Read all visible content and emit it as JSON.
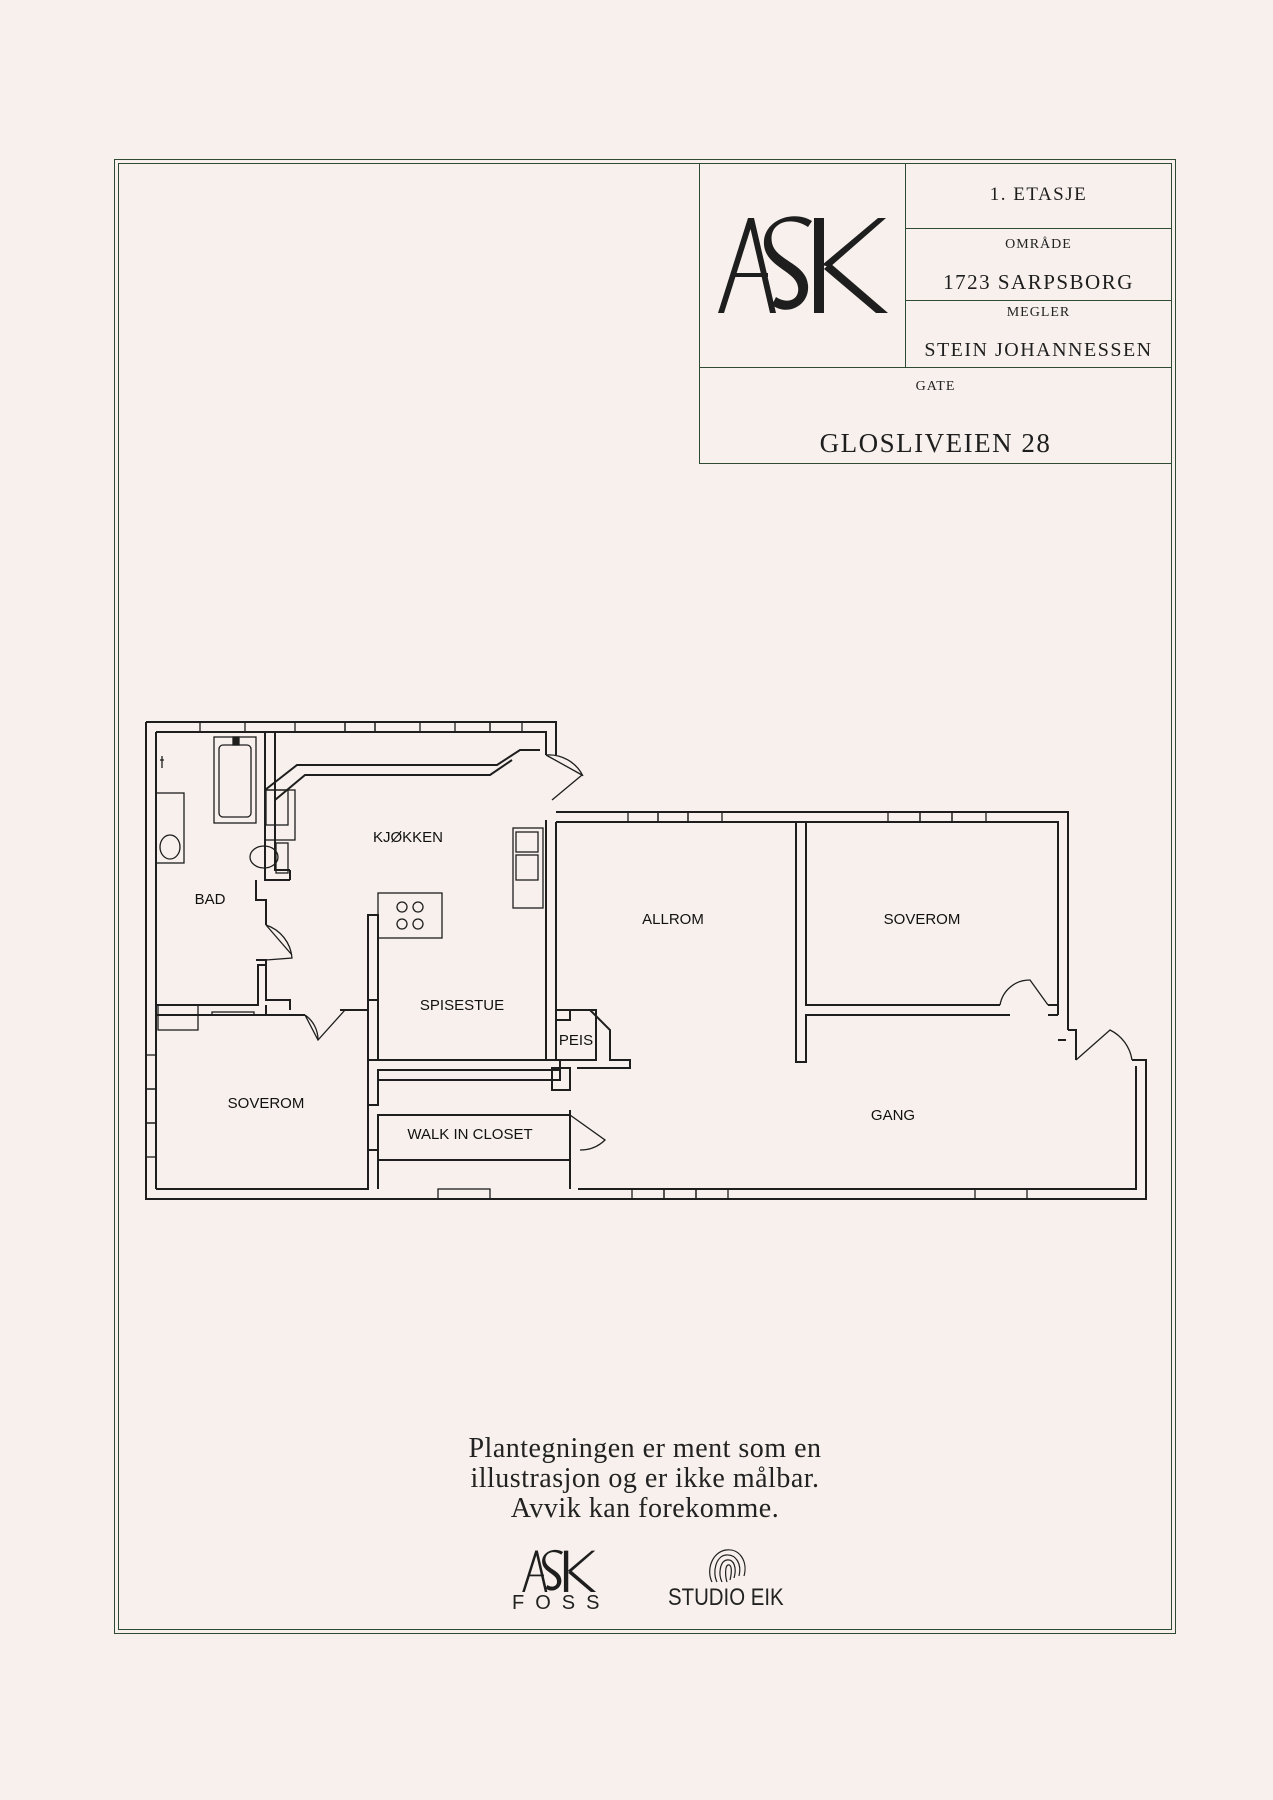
{
  "titleblock": {
    "floor": "1. ETASJE",
    "area_label": "OMRÅDE",
    "area_value": "1723 SARPSBORG",
    "agent_label": "MEGLER",
    "agent_value": "STEIN JOHANNESSEN",
    "street_label": "GATE",
    "street_value": "GLOSLIVEIEN 28",
    "logo": "ASK"
  },
  "rooms": {
    "kitchen": "KJØKKEN",
    "bath": "BAD",
    "living": "ALLROM",
    "bedroom_right": "SOVEROM",
    "dining": "SPISESTUE",
    "fireplace": "PEIS",
    "bedroom_left": "SOVEROM",
    "closet": "WALK IN CLOSET",
    "hall": "GANG"
  },
  "footer": {
    "disclaimer_line1": "Plantegningen er ment som en",
    "disclaimer_line2": "illustrasjon og er ikke målbar.",
    "disclaimer_line3": "Avvik kan forekomme.",
    "logo_ask": "ASK",
    "logo_foss": "FOSS",
    "logo_studio": "STUDIO EIK"
  },
  "colors": {
    "background": "#f7f0ec",
    "frame": "#2f4a33",
    "ink": "#1e1e1e"
  }
}
